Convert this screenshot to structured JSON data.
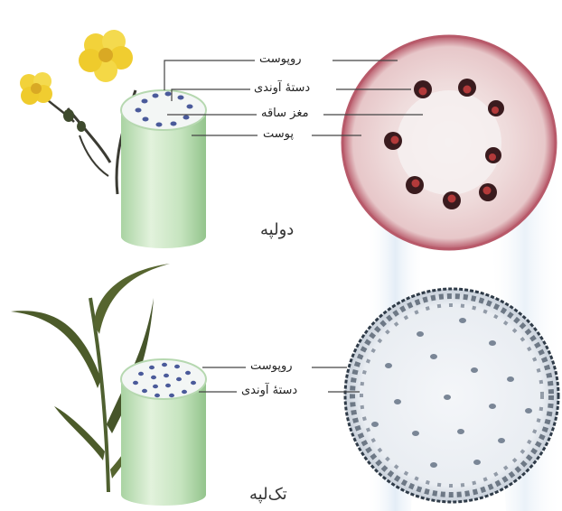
{
  "dicot": {
    "caption": "دولپه",
    "labels": {
      "epidermis": "روپوست",
      "vascular_bundle": "دستهٔ آوندی",
      "pith": "مغز ساقه",
      "cortex": "پوست"
    }
  },
  "monocot": {
    "caption": "تک‌لپه",
    "labels": {
      "epidermis": "روپوست",
      "vascular_bundle": "دستهٔ آوندی"
    }
  },
  "colors": {
    "stem_green": "#cfe8c8",
    "flower_yellow": "#f2d23a",
    "dicot_section_rim": "#b85a6a",
    "dicot_section_fill": "#f1e4e2",
    "monocot_section_rim": "#2f3b48",
    "bundle_dark": "#3a1b1e",
    "bundle_dot_blue": "#4a5a9a",
    "backdrop_blue": "#dde8f4"
  }
}
